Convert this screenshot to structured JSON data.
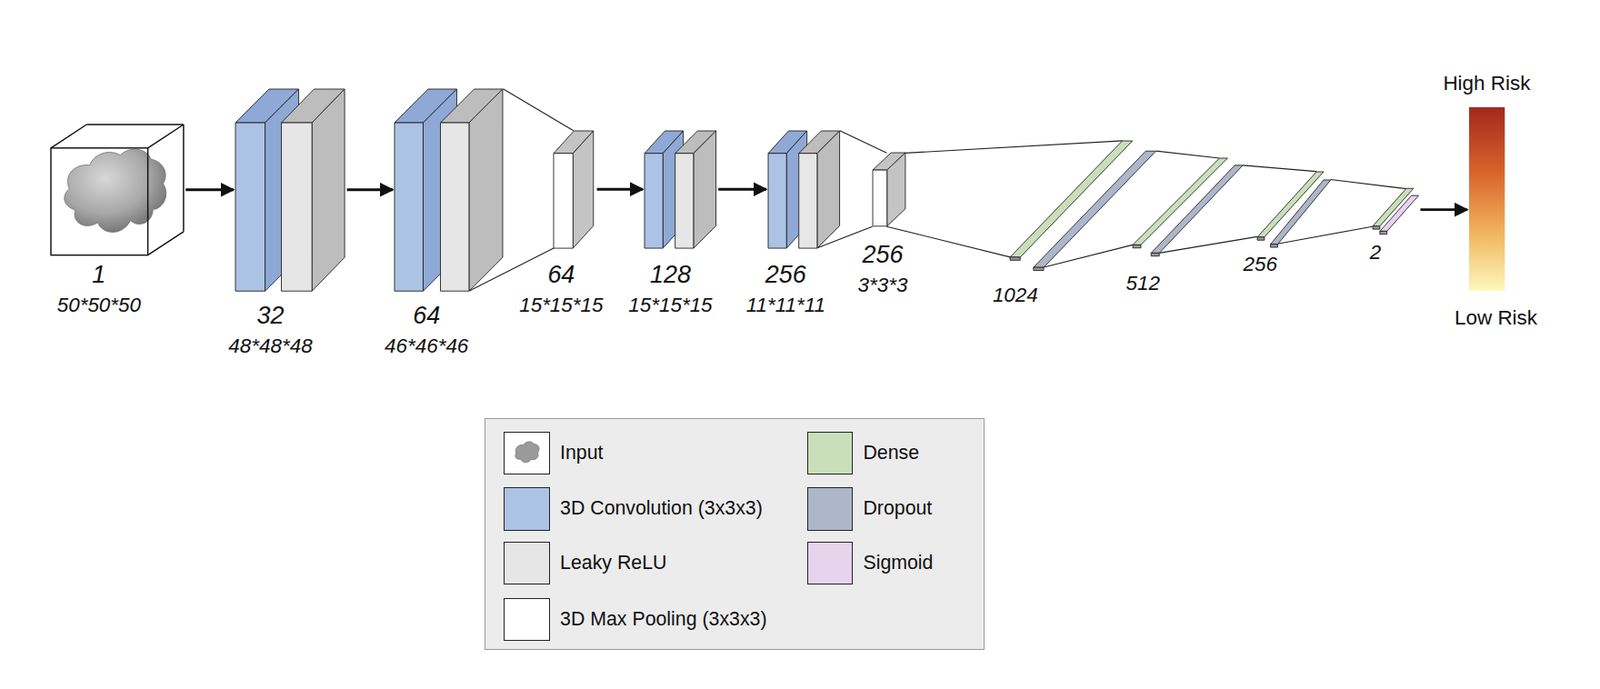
{
  "diagram": {
    "nodes": [
      {
        "text": [
          "1",
          "50*50*50"
        ]
      },
      {
        "text": [
          "32",
          "48*48*48"
        ]
      },
      {
        "text": [
          "64",
          "46*46*46"
        ]
      },
      {
        "text": [
          "64",
          "15*15*15"
        ]
      },
      {
        "text": [
          "128",
          "15*15*15"
        ]
      },
      {
        "text": [
          "256",
          "11*11*11"
        ]
      },
      {
        "text": [
          "256",
          "3*3*3"
        ]
      },
      {
        "text": [
          "1024"
        ]
      },
      {
        "text": [
          "512"
        ]
      },
      {
        "text": [
          "256"
        ]
      },
      {
        "text": [
          "2"
        ]
      },
      {
        "text": [
          "High Risk",
          "Low Risk"
        ]
      }
    ],
    "edges": [
      {
        "from": 0,
        "to": 1,
        "arrow": "to"
      },
      {
        "from": 1,
        "to": 2,
        "arrow": "to"
      },
      {
        "from": 2,
        "to": 3,
        "arrow": "none"
      },
      {
        "from": 3,
        "to": 4,
        "arrow": "to"
      },
      {
        "from": 4,
        "to": 5,
        "arrow": "to"
      },
      {
        "from": 5,
        "to": 6,
        "arrow": "none"
      },
      {
        "from": 6,
        "to": 7,
        "arrow": "none"
      },
      {
        "from": 7,
        "to": 8,
        "arrow": "none"
      },
      {
        "from": 8,
        "to": 9,
        "arrow": "none"
      },
      {
        "from": 9,
        "to": 10,
        "arrow": "none"
      },
      {
        "from": 10,
        "to": 11,
        "arrow": "to"
      }
    ],
    "legend": [
      {
        "text": "Input"
      },
      {
        "text": "3D Convolution (3x3x3)",
        "color": "#adc3e6"
      },
      {
        "text": "Leaky ReLU",
        "color": "#e6e6e6"
      },
      {
        "text": "3D Max Pooling (3x3x3)",
        "color": "#ffffff"
      },
      {
        "text": "Dense",
        "color": "#c9dfba"
      },
      {
        "text": "Dropout",
        "color": "#adb7c9"
      },
      {
        "text": "Sigmoid",
        "color": "#e7d3ec"
      }
    ]
  }
}
